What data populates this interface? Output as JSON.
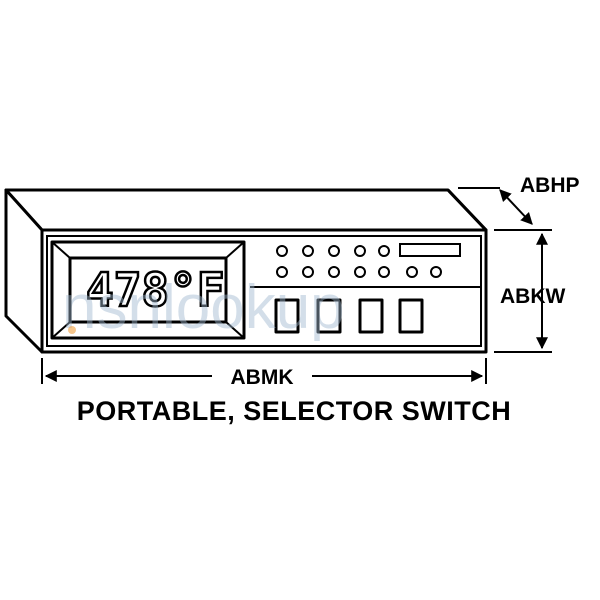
{
  "title": "PORTABLE, SELECTOR SWITCH",
  "dimensions": {
    "depth": "ABHP",
    "height": "ABKW",
    "width": "ABMK"
  },
  "display_readout": "478°F",
  "watermark": {
    "text": "nsnlookup",
    "color": "#9fb8cf",
    "accent_color": "#f0a040"
  },
  "icons": [
    "round-indicator-light-icon",
    "square-push-button-icon",
    "arrow-icon"
  ]
}
